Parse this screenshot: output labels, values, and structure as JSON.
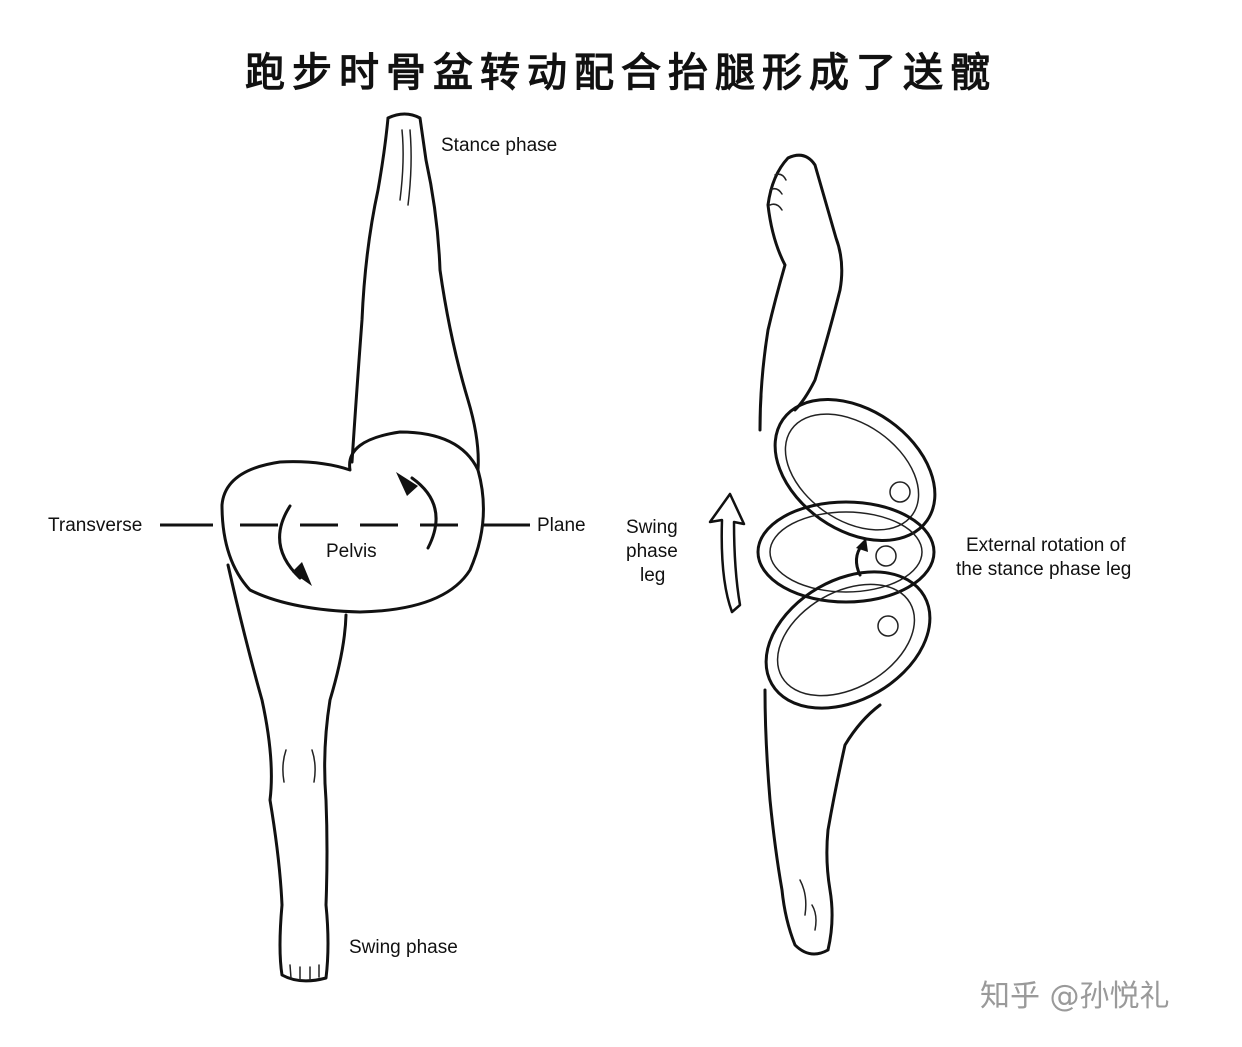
{
  "title": "跑步时骨盆转动配合抬腿形成了送髋",
  "left_diagram": {
    "stance_label": "Stance phase",
    "swing_label": "Swing phase",
    "transverse_label": "Transverse",
    "plane_label": "Plane",
    "pelvis_label": "Pelvis"
  },
  "right_diagram": {
    "swing_label_1": "Swing",
    "swing_label_2": "phase",
    "swing_label_3": "leg",
    "external_label_1": "External rotation of",
    "external_label_2": "the stance phase leg"
  },
  "watermark": "知乎 @孙悦礼"
}
